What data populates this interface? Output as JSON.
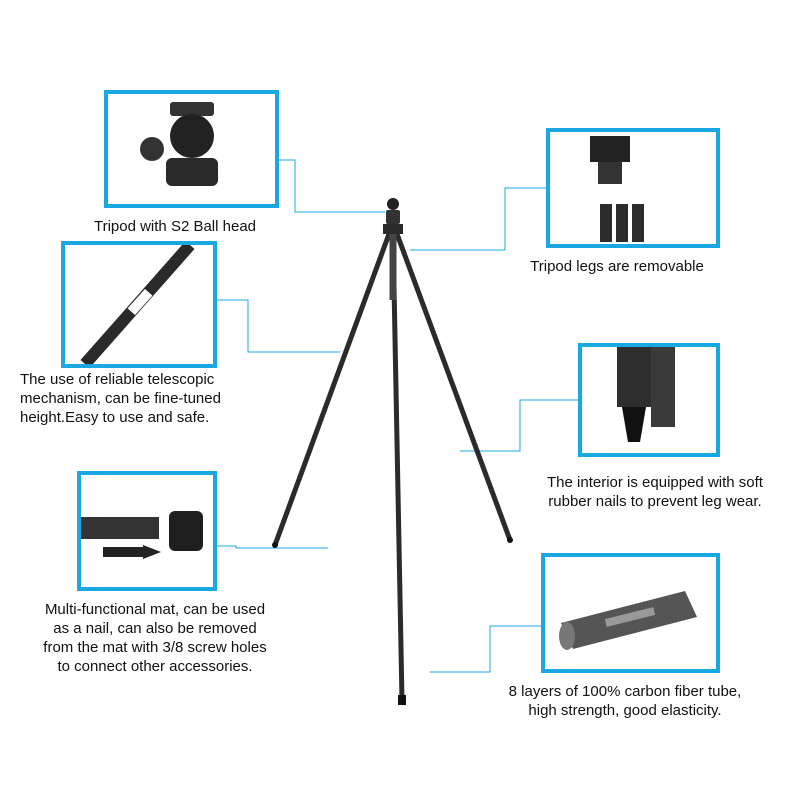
{
  "accent_color": "#1aa8e3",
  "features": [
    {
      "caption": [
        "Tripod with S2 Ball head"
      ],
      "image_icon": "ball-head-icon"
    },
    {
      "caption": [
        "Tripod legs are removable"
      ],
      "image_icon": "removable-legs-icon"
    },
    {
      "caption": [
        "The use of reliable telescopic",
        "mechanism, can be fine-tuned",
        "height.Easy to use and safe."
      ],
      "image_icon": "telescopic-leg-icon"
    },
    {
      "caption": [
        "The interior is equipped with soft",
        "rubber nails to prevent leg wear."
      ],
      "image_icon": "rubber-nail-icon"
    },
    {
      "caption": [
        "Multi-functional mat, can be used",
        "as a nail, can also be removed",
        "from the mat with 3/8 screw holes",
        "to connect other accessories."
      ],
      "image_icon": "foot-mat-icon"
    },
    {
      "caption": [
        "8 layers of 100% carbon fiber tube,",
        "high strength, good elasticity."
      ],
      "image_icon": "carbon-tube-icon"
    }
  ]
}
